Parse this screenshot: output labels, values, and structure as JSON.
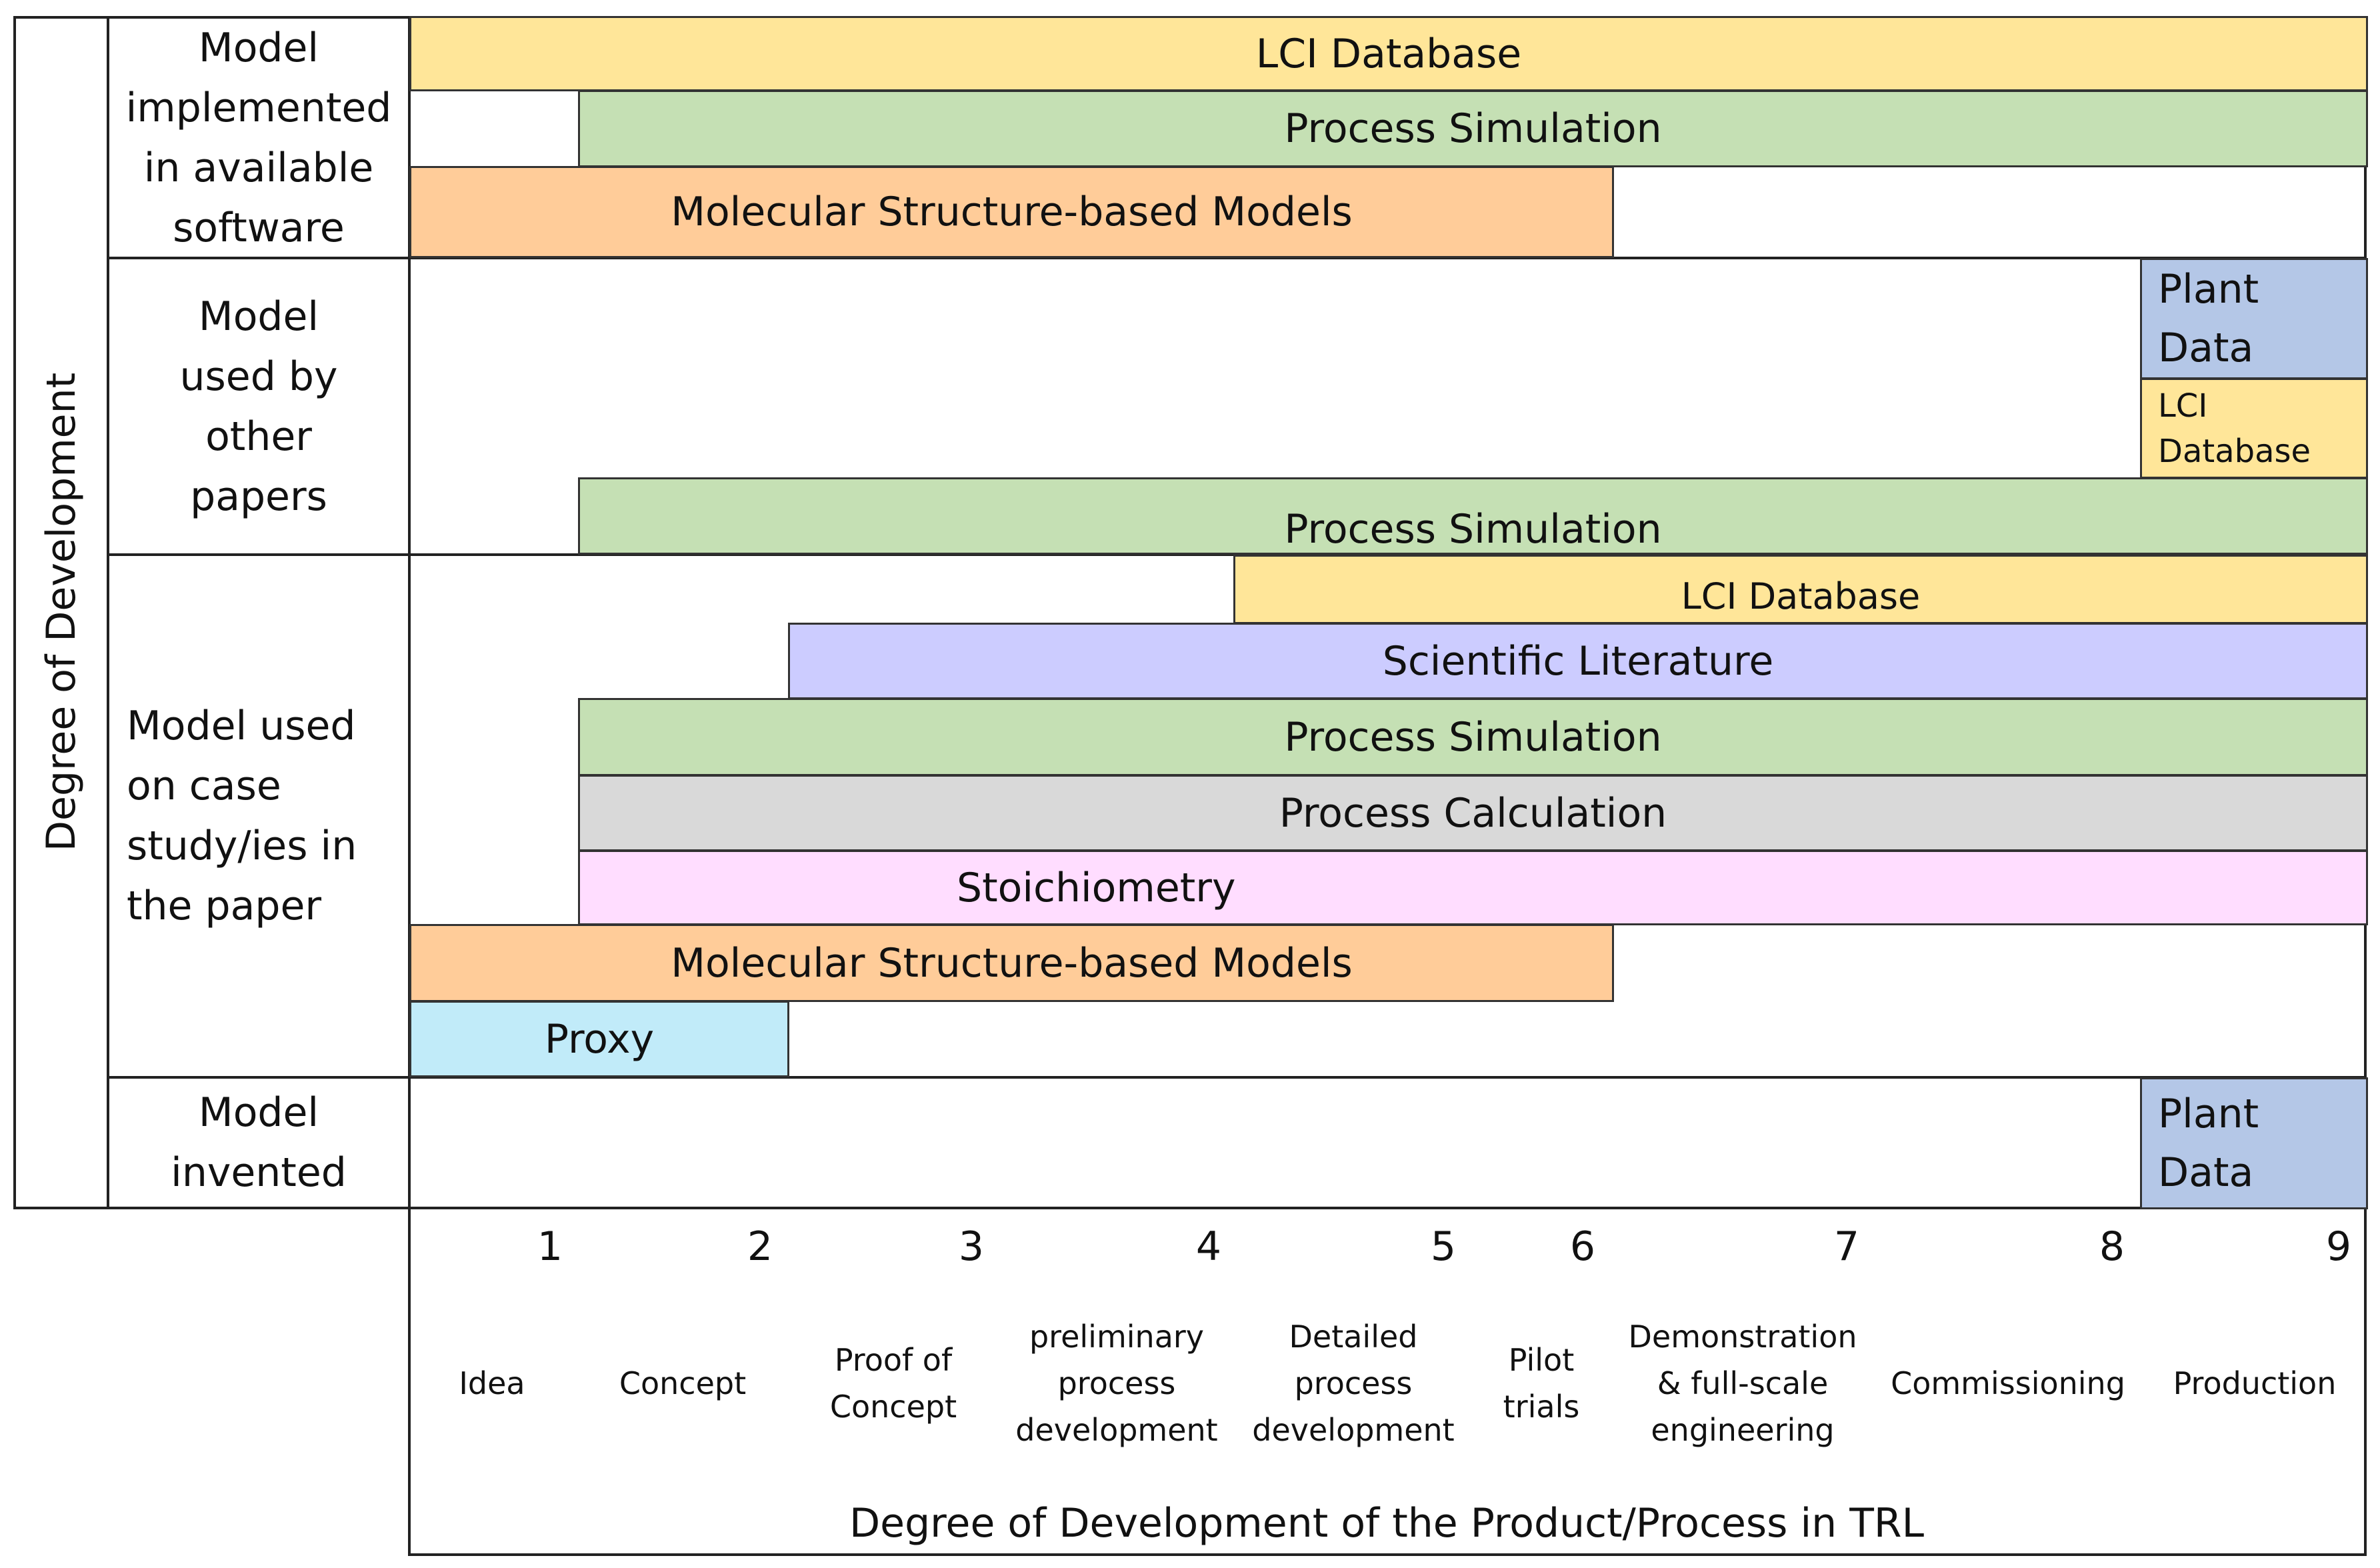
{
  "y_axis_title": "Degree of Development",
  "x_axis_title": "Degree of Development of the Product/Process in TRL",
  "row_labels": {
    "software": "Model implemented in available software",
    "other_papers": "Model used by other papers",
    "case_study": "Model used on case study/ies in the paper",
    "invented": "Model invented"
  },
  "trl_ticks": [
    "1",
    "2",
    "3",
    "4",
    "5",
    "6",
    "7",
    "8",
    "9"
  ],
  "stages": [
    "Idea",
    "Concept",
    "Proof of Concept",
    "preliminary process development",
    "Detailed process development",
    "Pilot trials",
    "Demonstration & full-scale engineering",
    "Commissioning",
    "Production"
  ],
  "bars": {
    "sw_lci": {
      "label": "LCI Database",
      "trl_start": 0.5,
      "trl_end": 9,
      "color": "#FFE699"
    },
    "sw_process_sim": {
      "label": "Process Simulation",
      "trl_start": 1.2,
      "trl_end": 9,
      "color": "#C5E0B4"
    },
    "sw_molecular": {
      "label": "Molecular Structure-based Models",
      "trl_start": 0.5,
      "trl_end": 6.1,
      "color": "#FFCC99"
    },
    "op_plant": {
      "label": "Plant Data",
      "trl_start": 8.2,
      "trl_end": 9,
      "color": "#B4C7E7"
    },
    "op_lci": {
      "label": "LCI Database",
      "trl_start": 8.2,
      "trl_end": 9,
      "color": "#FFE699"
    },
    "op_process_sim": {
      "label": "Process Simulation",
      "trl_start": 1.2,
      "trl_end": 9,
      "color": "#C5E0B4"
    },
    "cs_lci": {
      "label": "LCI Database",
      "trl_start": 4.1,
      "trl_end": 9,
      "color": "#FFE699"
    },
    "cs_sci_lit": {
      "label": "Scientific Literature",
      "trl_start": 2.1,
      "trl_end": 9,
      "color": "#CCCCFF"
    },
    "cs_process_sim": {
      "label": "Process Simulation",
      "trl_start": 1.2,
      "trl_end": 9,
      "color": "#C5E0B4"
    },
    "cs_process_calc": {
      "label": "Process Calculation",
      "trl_start": 1.2,
      "trl_end": 9,
      "color": "#D9D9D9"
    },
    "cs_stoich": {
      "label": "Stoichiometry",
      "trl_start": 1.2,
      "trl_end": 9,
      "color": "#FFDDFF"
    },
    "cs_molecular": {
      "label": "Molecular Structure-based Models",
      "trl_start": 0.5,
      "trl_end": 6.1,
      "color": "#FFCC99"
    },
    "cs_proxy": {
      "label": "Proxy",
      "trl_start": 0.5,
      "trl_end": 2.1,
      "color": "#C1EBF9"
    },
    "inv_plant": {
      "label": "Plant Data",
      "trl_start": 8.2,
      "trl_end": 9,
      "color": "#B4C7E7"
    }
  }
}
